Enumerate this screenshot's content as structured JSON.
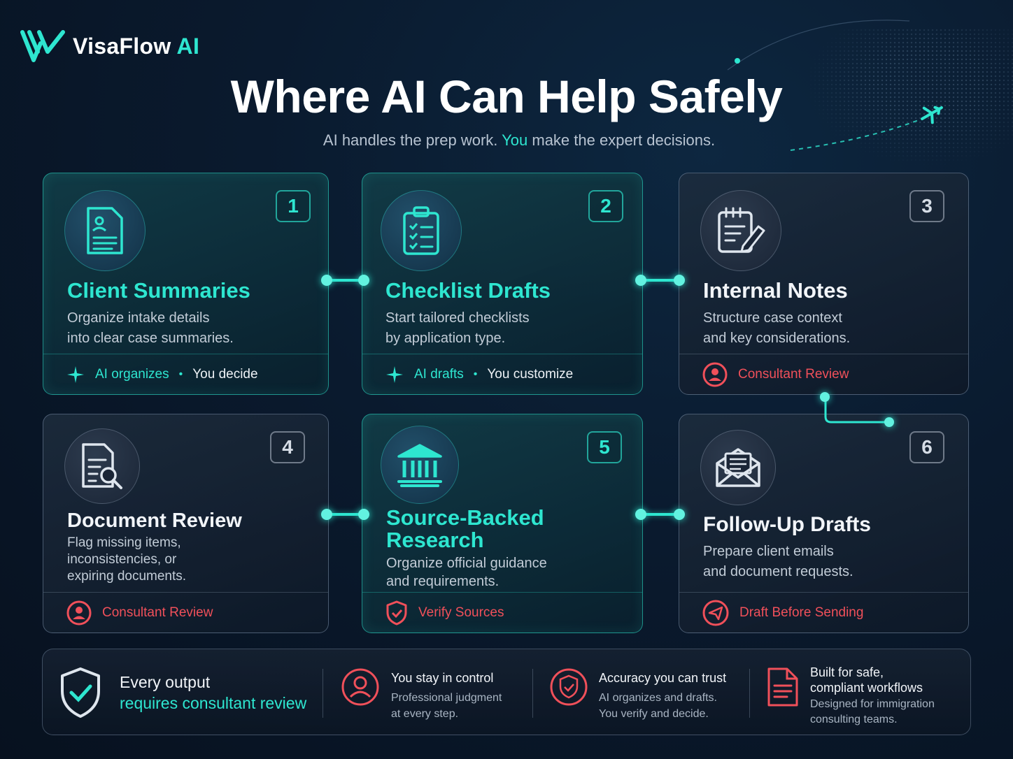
{
  "brand": {
    "name": "VisaFlow",
    "accent": "AI",
    "color_accent": "#2ee6d0"
  },
  "header": {
    "title": "Where AI Can Help Safely",
    "subtitle_pre": "AI handles the prep work.",
    "subtitle_hl": "You",
    "subtitle_post": "make the expert decisions."
  },
  "cards": [
    {
      "num": "1",
      "title": "Client Summaries",
      "desc1": "Organize intake details",
      "desc2": "into clear case summaries.",
      "footer_a": "AI organizes",
      "footer_b": "You decide",
      "icon": "document-profile-icon"
    },
    {
      "num": "2",
      "title": "Checklist Drafts",
      "desc1": "Start tailored checklists",
      "desc2": "by application type.",
      "footer_a": "AI drafts",
      "footer_b": "You customize",
      "icon": "clipboard-check-icon"
    },
    {
      "num": "3",
      "title": "Internal Notes",
      "desc1": "Structure case context",
      "desc2": "and key considerations.",
      "footer": "Consultant Review",
      "icon": "notepad-pencil-icon"
    },
    {
      "num": "4",
      "title": "Document Review",
      "desc1": "Flag missing items,",
      "desc2": "inconsistencies, or",
      "desc3": "expiring documents.",
      "footer": "Consultant Review",
      "icon": "document-search-icon"
    },
    {
      "num": "5",
      "title1": "Source-Backed",
      "title2": "Research",
      "desc1": "Organize official guidance",
      "desc2": "and requirements.",
      "footer": "Verify Sources",
      "icon": "bank-icon"
    },
    {
      "num": "6",
      "title": "Follow-Up Drafts",
      "desc1": "Prepare client emails",
      "desc2": "and document requests.",
      "footer": "Draft Before Sending",
      "icon": "envelope-icon"
    }
  ],
  "bottom": {
    "main1": "Every output",
    "main2": "requires consultant review",
    "items": [
      {
        "title": "You stay in control",
        "sub1": "Professional judgment",
        "sub2": "at every step."
      },
      {
        "title": "Accuracy you can trust",
        "sub1": "AI organizes and drafts.",
        "sub2": "You verify and decide."
      },
      {
        "title1": "Built for safe,",
        "title2": "compliant workflows",
        "sub1": "Designed for immigration",
        "sub2": "consulting teams."
      }
    ]
  }
}
